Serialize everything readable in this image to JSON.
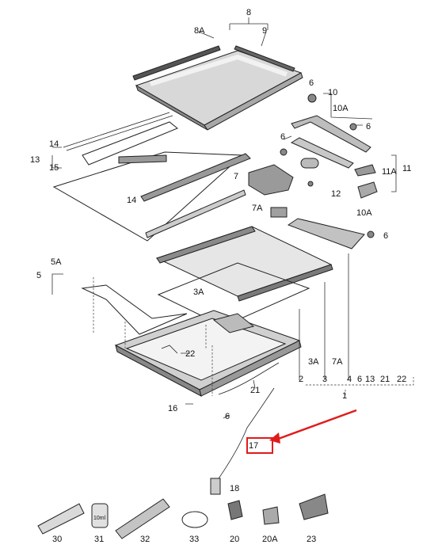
{
  "diagram": {
    "labels": {
      "l8": "8",
      "l8a": "8A",
      "l9": "9",
      "l6a": "6",
      "l10": "10",
      "l10a": "10A",
      "l6b": "6",
      "l6c": "6",
      "l7": "7",
      "l11a": "11A",
      "l11": "11",
      "l12": "12",
      "l10a2": "10A",
      "l13": "13",
      "l14a": "14",
      "l15": "15",
      "l14b": "14",
      "l7a": "7A",
      "l6d": "6",
      "l5": "5",
      "l5a": "5A",
      "l3a": "3A",
      "l22a": "22",
      "l3a2": "3A",
      "l7a2": "7A",
      "l2": "2",
      "l3": "3",
      "l4": "4",
      "l6e": "6",
      "l13b": "13",
      "l21": "21",
      "l22b": "22",
      "l1": "1",
      "l21b": "21",
      "l16": "16",
      "l6f": "6",
      "l17": "17",
      "l18": "18",
      "l30": "30",
      "l31": "31",
      "l32": "32",
      "l33": "33",
      "l20": "20",
      "l20a": "20A",
      "l23": "23",
      "tube_text": "10ml"
    },
    "highlight_color": "#e01b1b"
  }
}
